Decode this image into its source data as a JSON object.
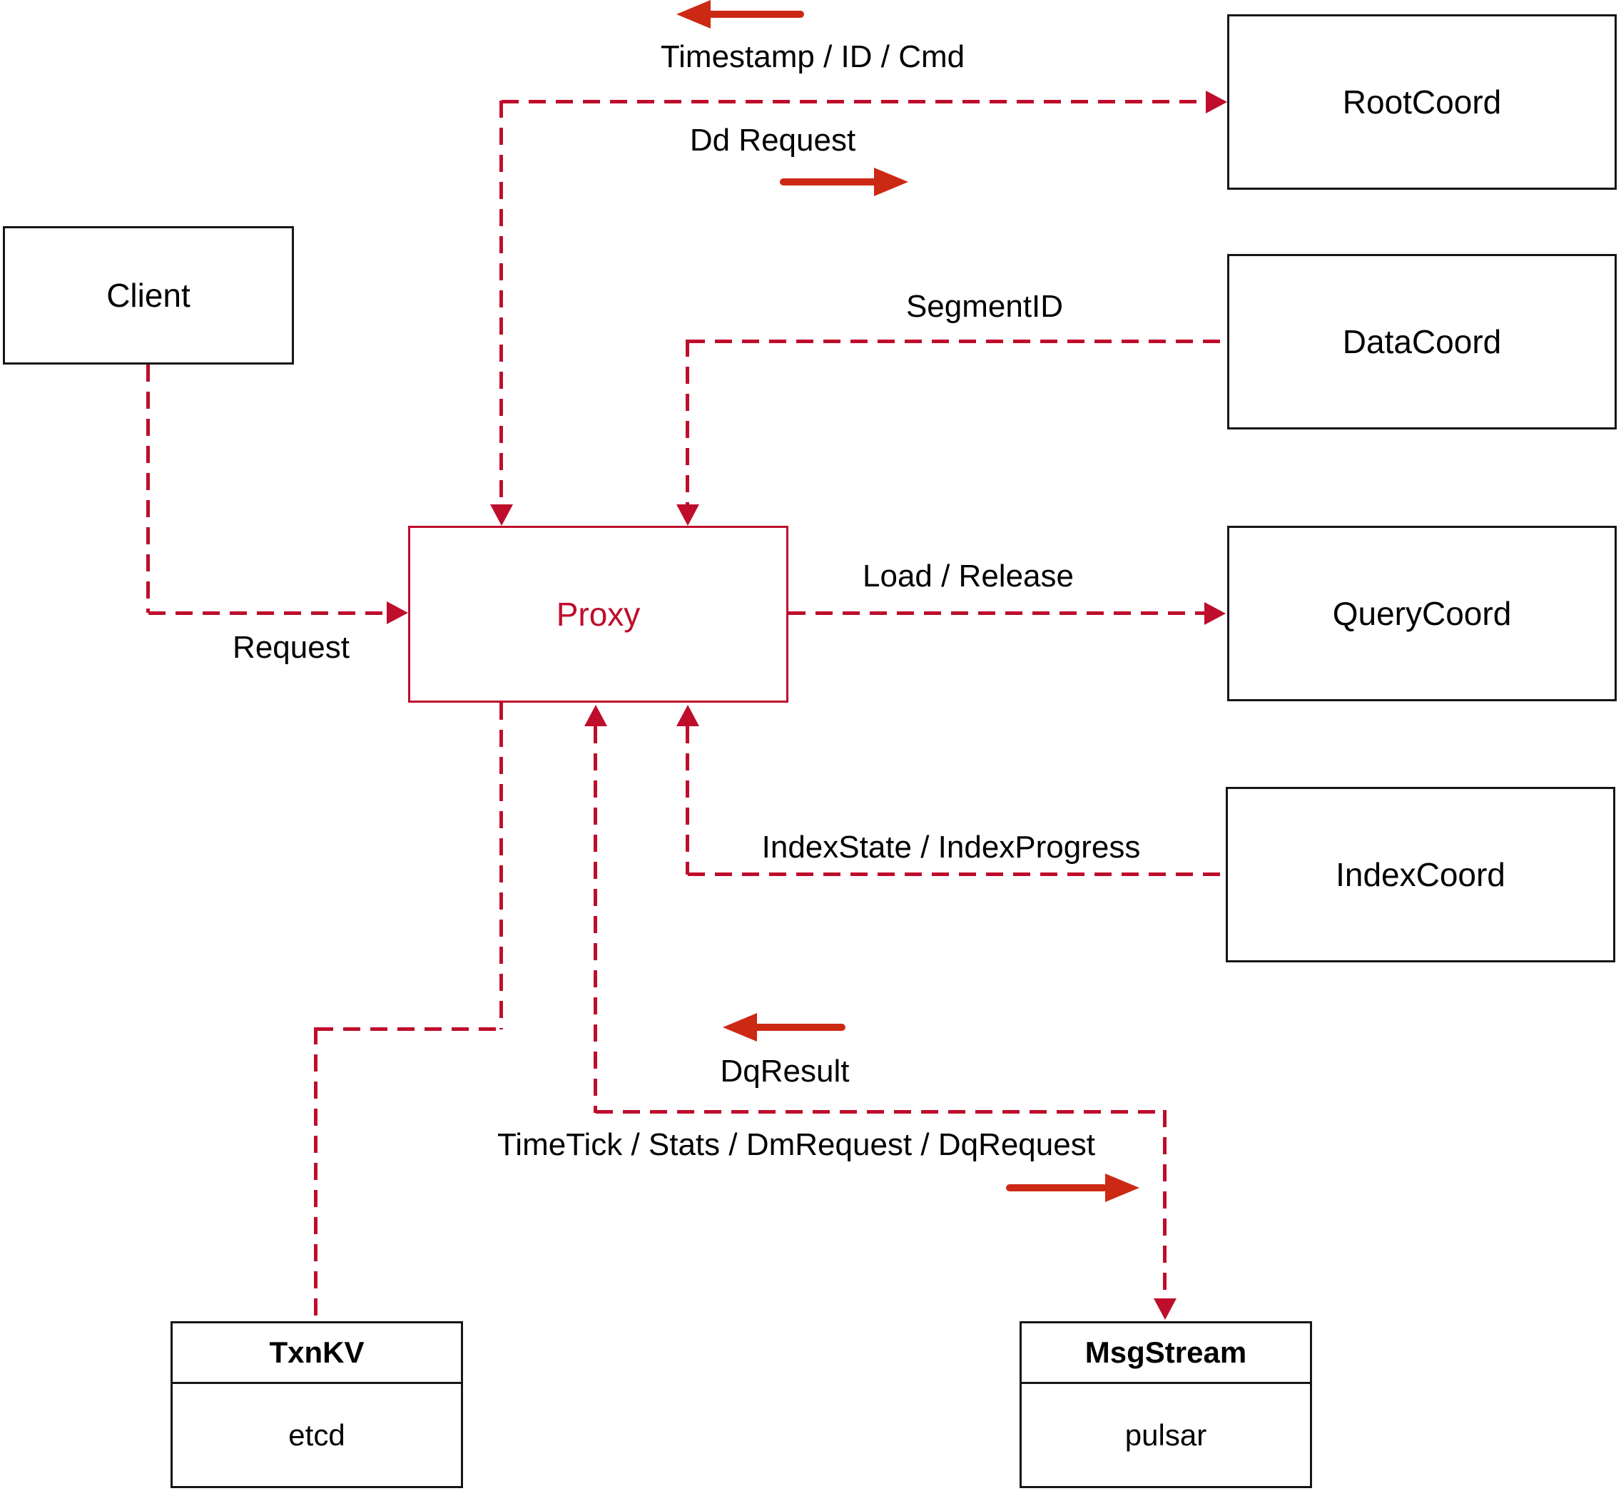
{
  "colors": {
    "dashed_line": "#bf0d2c",
    "solid_arrow": "#cc2915",
    "proxy_accent": "#bf0d2c",
    "box_border": "#161616",
    "background": "#ffffff",
    "label_text": "#000000"
  },
  "nodes": {
    "client": {
      "label": "Client"
    },
    "proxy": {
      "label": "Proxy"
    },
    "rootcoord": {
      "label": "RootCoord"
    },
    "datacoord": {
      "label": "DataCoord"
    },
    "querycoord": {
      "label": "QueryCoord"
    },
    "indexcoord": {
      "label": "IndexCoord"
    },
    "txnkv": {
      "title": "TxnKV",
      "subtitle": "etcd"
    },
    "msgstream": {
      "title": "MsgStream",
      "subtitle": "pulsar"
    }
  },
  "edge_labels": {
    "timestamp": "Timestamp / ID / Cmd",
    "dd_request": "Dd Request",
    "segment_id": "SegmentID",
    "load_release": "Load / Release",
    "request": "Request",
    "index_state": "IndexState / IndexProgress",
    "dq_result": "DqResult",
    "time_tick": "TimeTick / Stats / DmRequest / DqRequest"
  }
}
